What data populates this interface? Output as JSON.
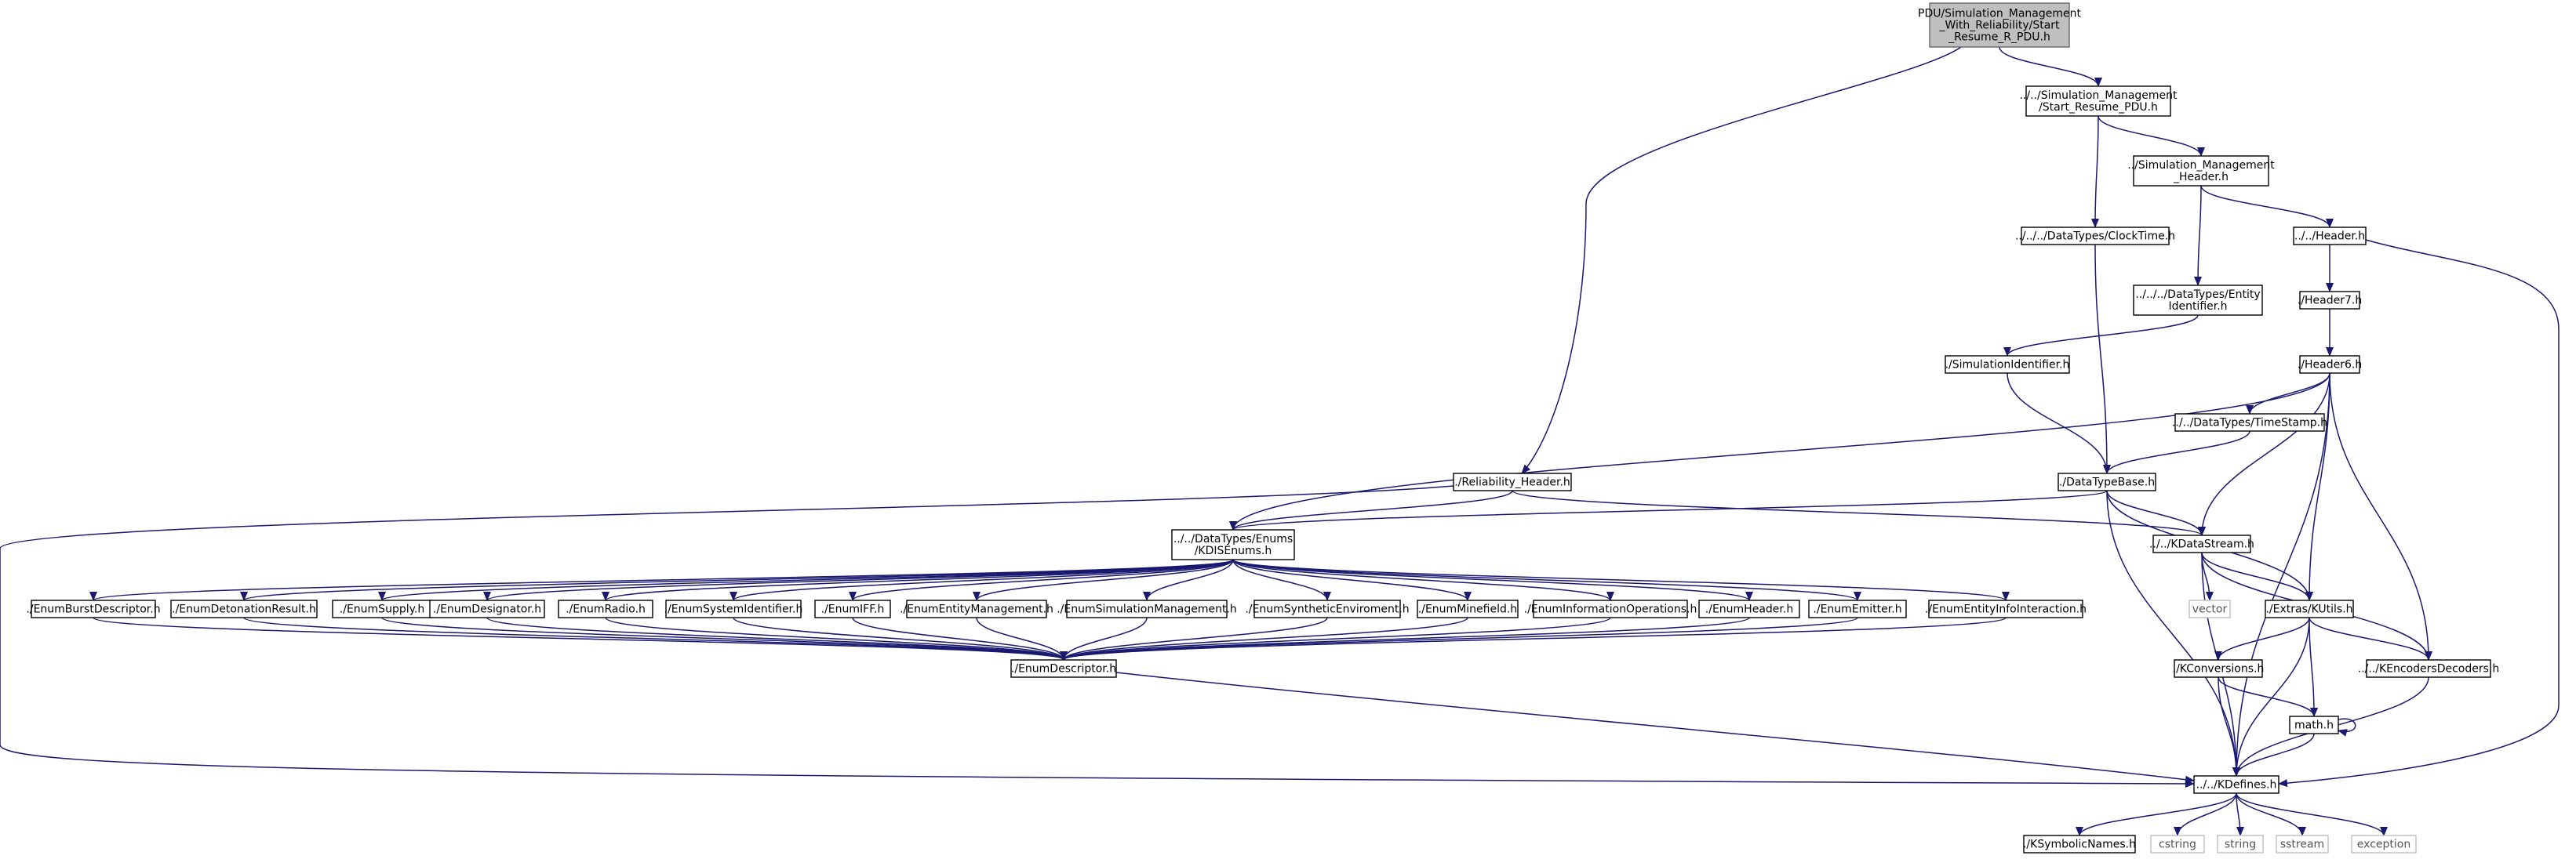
{
  "diagram": {
    "edge_color": "#191970",
    "nodes": [
      {
        "id": "root",
        "lines": [
          "PDU/Simulation_Management",
          "_With_Reliability/Start",
          "_Resume_R_PDU.h"
        ]
      },
      {
        "id": "start_resume",
        "lines": [
          "../../Simulation_Management",
          "/Start_Resume_PDU.h"
        ]
      },
      {
        "id": "sim_mgmt_header",
        "lines": [
          "../Simulation_Management",
          "_Header.h"
        ]
      },
      {
        "id": "clocktime",
        "lines": [
          "../../../DataTypes/ClockTime.h"
        ]
      },
      {
        "id": "header",
        "lines": [
          "../../Header.h"
        ]
      },
      {
        "id": "header7",
        "lines": [
          "./Header7.h"
        ]
      },
      {
        "id": "entity_identifier",
        "lines": [
          "../../../DataTypes/Entity",
          "Identifier.h"
        ]
      },
      {
        "id": "simulation_identifier",
        "lines": [
          "./SimulationIdentifier.h"
        ]
      },
      {
        "id": "header6",
        "lines": [
          "./Header6.h"
        ]
      },
      {
        "id": "timestamp",
        "lines": [
          "../../DataTypes/TimeStamp.h"
        ]
      },
      {
        "id": "reliability_header",
        "lines": [
          "./Reliability_Header.h"
        ]
      },
      {
        "id": "datatypebase",
        "lines": [
          "./DataTypeBase.h"
        ]
      },
      {
        "id": "kdisenums",
        "lines": [
          "../../DataTypes/Enums",
          "/KDISEnums.h"
        ]
      },
      {
        "id": "kdatastream",
        "lines": [
          "../../KDataStream.h"
        ]
      },
      {
        "id": "vector",
        "lines": [
          "vector"
        ],
        "system": true
      },
      {
        "id": "kutils",
        "lines": [
          "./Extras/KUtils.h"
        ]
      },
      {
        "id": "e_burst",
        "lines": [
          "./EnumBurstDescriptor.h"
        ]
      },
      {
        "id": "e_detonation",
        "lines": [
          "./EnumDetonationResult.h"
        ]
      },
      {
        "id": "e_supply",
        "lines": [
          "./EnumSupply.h"
        ]
      },
      {
        "id": "e_designator",
        "lines": [
          "./EnumDesignator.h"
        ]
      },
      {
        "id": "e_radio",
        "lines": [
          "./EnumRadio.h"
        ]
      },
      {
        "id": "e_sysid",
        "lines": [
          "./EnumSystemIdentifier.h"
        ]
      },
      {
        "id": "e_iff",
        "lines": [
          "./EnumIFF.h"
        ]
      },
      {
        "id": "e_entmgmt",
        "lines": [
          "./EnumEntityManagement.h"
        ]
      },
      {
        "id": "e_simmgmt",
        "lines": [
          "./EnumSimulationManagement.h"
        ]
      },
      {
        "id": "e_synth",
        "lines": [
          "./EnumSyntheticEnviroment.h"
        ]
      },
      {
        "id": "e_minefield",
        "lines": [
          "./EnumMinefield.h"
        ]
      },
      {
        "id": "e_infoops",
        "lines": [
          "./EnumInformationOperations.h"
        ]
      },
      {
        "id": "e_header",
        "lines": [
          "./EnumHeader.h"
        ]
      },
      {
        "id": "e_emitter",
        "lines": [
          "./EnumEmitter.h"
        ]
      },
      {
        "id": "e_entinfo",
        "lines": [
          "./EnumEntityInfoInteraction.h"
        ]
      },
      {
        "id": "kconversions",
        "lines": [
          "./KConversions.h"
        ]
      },
      {
        "id": "kencoders",
        "lines": [
          "../../KEncodersDecoders.h"
        ]
      },
      {
        "id": "enumdescriptor",
        "lines": [
          "./EnumDescriptor.h"
        ]
      },
      {
        "id": "math",
        "lines": [
          "math.h"
        ]
      },
      {
        "id": "kdefines",
        "lines": [
          "../../KDefines.h"
        ]
      },
      {
        "id": "ksymbolic",
        "lines": [
          "./KSymbolicNames.h"
        ]
      },
      {
        "id": "cstring",
        "lines": [
          "cstring"
        ],
        "system": true
      },
      {
        "id": "string",
        "lines": [
          "string"
        ],
        "system": true
      },
      {
        "id": "sstream",
        "lines": [
          "sstream"
        ],
        "system": true
      },
      {
        "id": "exception",
        "lines": [
          "exception"
        ],
        "system": true
      }
    ],
    "edges": [
      [
        "root",
        "start_resume"
      ],
      [
        "root",
        "reliability_header"
      ],
      [
        "start_resume",
        "sim_mgmt_header"
      ],
      [
        "start_resume",
        "clocktime"
      ],
      [
        "sim_mgmt_header",
        "header"
      ],
      [
        "sim_mgmt_header",
        "entity_identifier"
      ],
      [
        "header",
        "header7"
      ],
      [
        "header",
        "kdefines"
      ],
      [
        "header7",
        "header6"
      ],
      [
        "clocktime",
        "datatypebase"
      ],
      [
        "entity_identifier",
        "simulation_identifier"
      ],
      [
        "simulation_identifier",
        "datatypebase"
      ],
      [
        "header6",
        "timestamp"
      ],
      [
        "header6",
        "kdisenums"
      ],
      [
        "header6",
        "kdatastream"
      ],
      [
        "header6",
        "kutils"
      ],
      [
        "header6",
        "kencoders"
      ],
      [
        "header6",
        "kdefines"
      ],
      [
        "timestamp",
        "datatypebase"
      ],
      [
        "reliability_header",
        "kdisenums"
      ],
      [
        "reliability_header",
        "kdatastream"
      ],
      [
        "reliability_header",
        "kdefines"
      ],
      [
        "datatypebase",
        "kdisenums"
      ],
      [
        "datatypebase",
        "kdatastream"
      ],
      [
        "datatypebase",
        "kutils"
      ],
      [
        "datatypebase",
        "kdefines"
      ],
      [
        "kdisenums",
        "e_burst"
      ],
      [
        "kdisenums",
        "e_detonation"
      ],
      [
        "kdisenums",
        "e_supply"
      ],
      [
        "kdisenums",
        "e_designator"
      ],
      [
        "kdisenums",
        "e_radio"
      ],
      [
        "kdisenums",
        "e_sysid"
      ],
      [
        "kdisenums",
        "e_iff"
      ],
      [
        "kdisenums",
        "e_entmgmt"
      ],
      [
        "kdisenums",
        "e_simmgmt"
      ],
      [
        "kdisenums",
        "e_synth"
      ],
      [
        "kdisenums",
        "e_minefield"
      ],
      [
        "kdisenums",
        "e_infoops"
      ],
      [
        "kdisenums",
        "e_header"
      ],
      [
        "kdisenums",
        "e_emitter"
      ],
      [
        "kdisenums",
        "e_entinfo"
      ],
      [
        "e_burst",
        "enumdescriptor"
      ],
      [
        "e_detonation",
        "enumdescriptor"
      ],
      [
        "e_supply",
        "enumdescriptor"
      ],
      [
        "e_designator",
        "enumdescriptor"
      ],
      [
        "e_radio",
        "enumdescriptor"
      ],
      [
        "e_sysid",
        "enumdescriptor"
      ],
      [
        "e_iff",
        "enumdescriptor"
      ],
      [
        "e_entmgmt",
        "enumdescriptor"
      ],
      [
        "e_simmgmt",
        "enumdescriptor"
      ],
      [
        "e_synth",
        "enumdescriptor"
      ],
      [
        "e_minefield",
        "enumdescriptor"
      ],
      [
        "e_infoops",
        "enumdescriptor"
      ],
      [
        "e_header",
        "enumdescriptor"
      ],
      [
        "e_emitter",
        "enumdescriptor"
      ],
      [
        "e_entinfo",
        "enumdescriptor"
      ],
      [
        "enumdescriptor",
        "kdefines"
      ],
      [
        "kdatastream",
        "vector"
      ],
      [
        "kdatastream",
        "kutils"
      ],
      [
        "kdatastream",
        "kencoders"
      ],
      [
        "kdatastream",
        "kdefines"
      ],
      [
        "kutils",
        "kconversions"
      ],
      [
        "kutils",
        "math"
      ],
      [
        "kutils",
        "kencoders"
      ],
      [
        "kutils",
        "kdefines"
      ],
      [
        "kconversions",
        "math"
      ],
      [
        "kconversions",
        "kdefines"
      ],
      [
        "math",
        "math"
      ],
      [
        "math",
        "kdefines"
      ],
      [
        "kencoders",
        "kdefines"
      ],
      [
        "kdefines",
        "ksymbolic"
      ],
      [
        "kdefines",
        "cstring"
      ],
      [
        "kdefines",
        "string"
      ],
      [
        "kdefines",
        "sstream"
      ],
      [
        "kdefines",
        "exception"
      ]
    ]
  }
}
